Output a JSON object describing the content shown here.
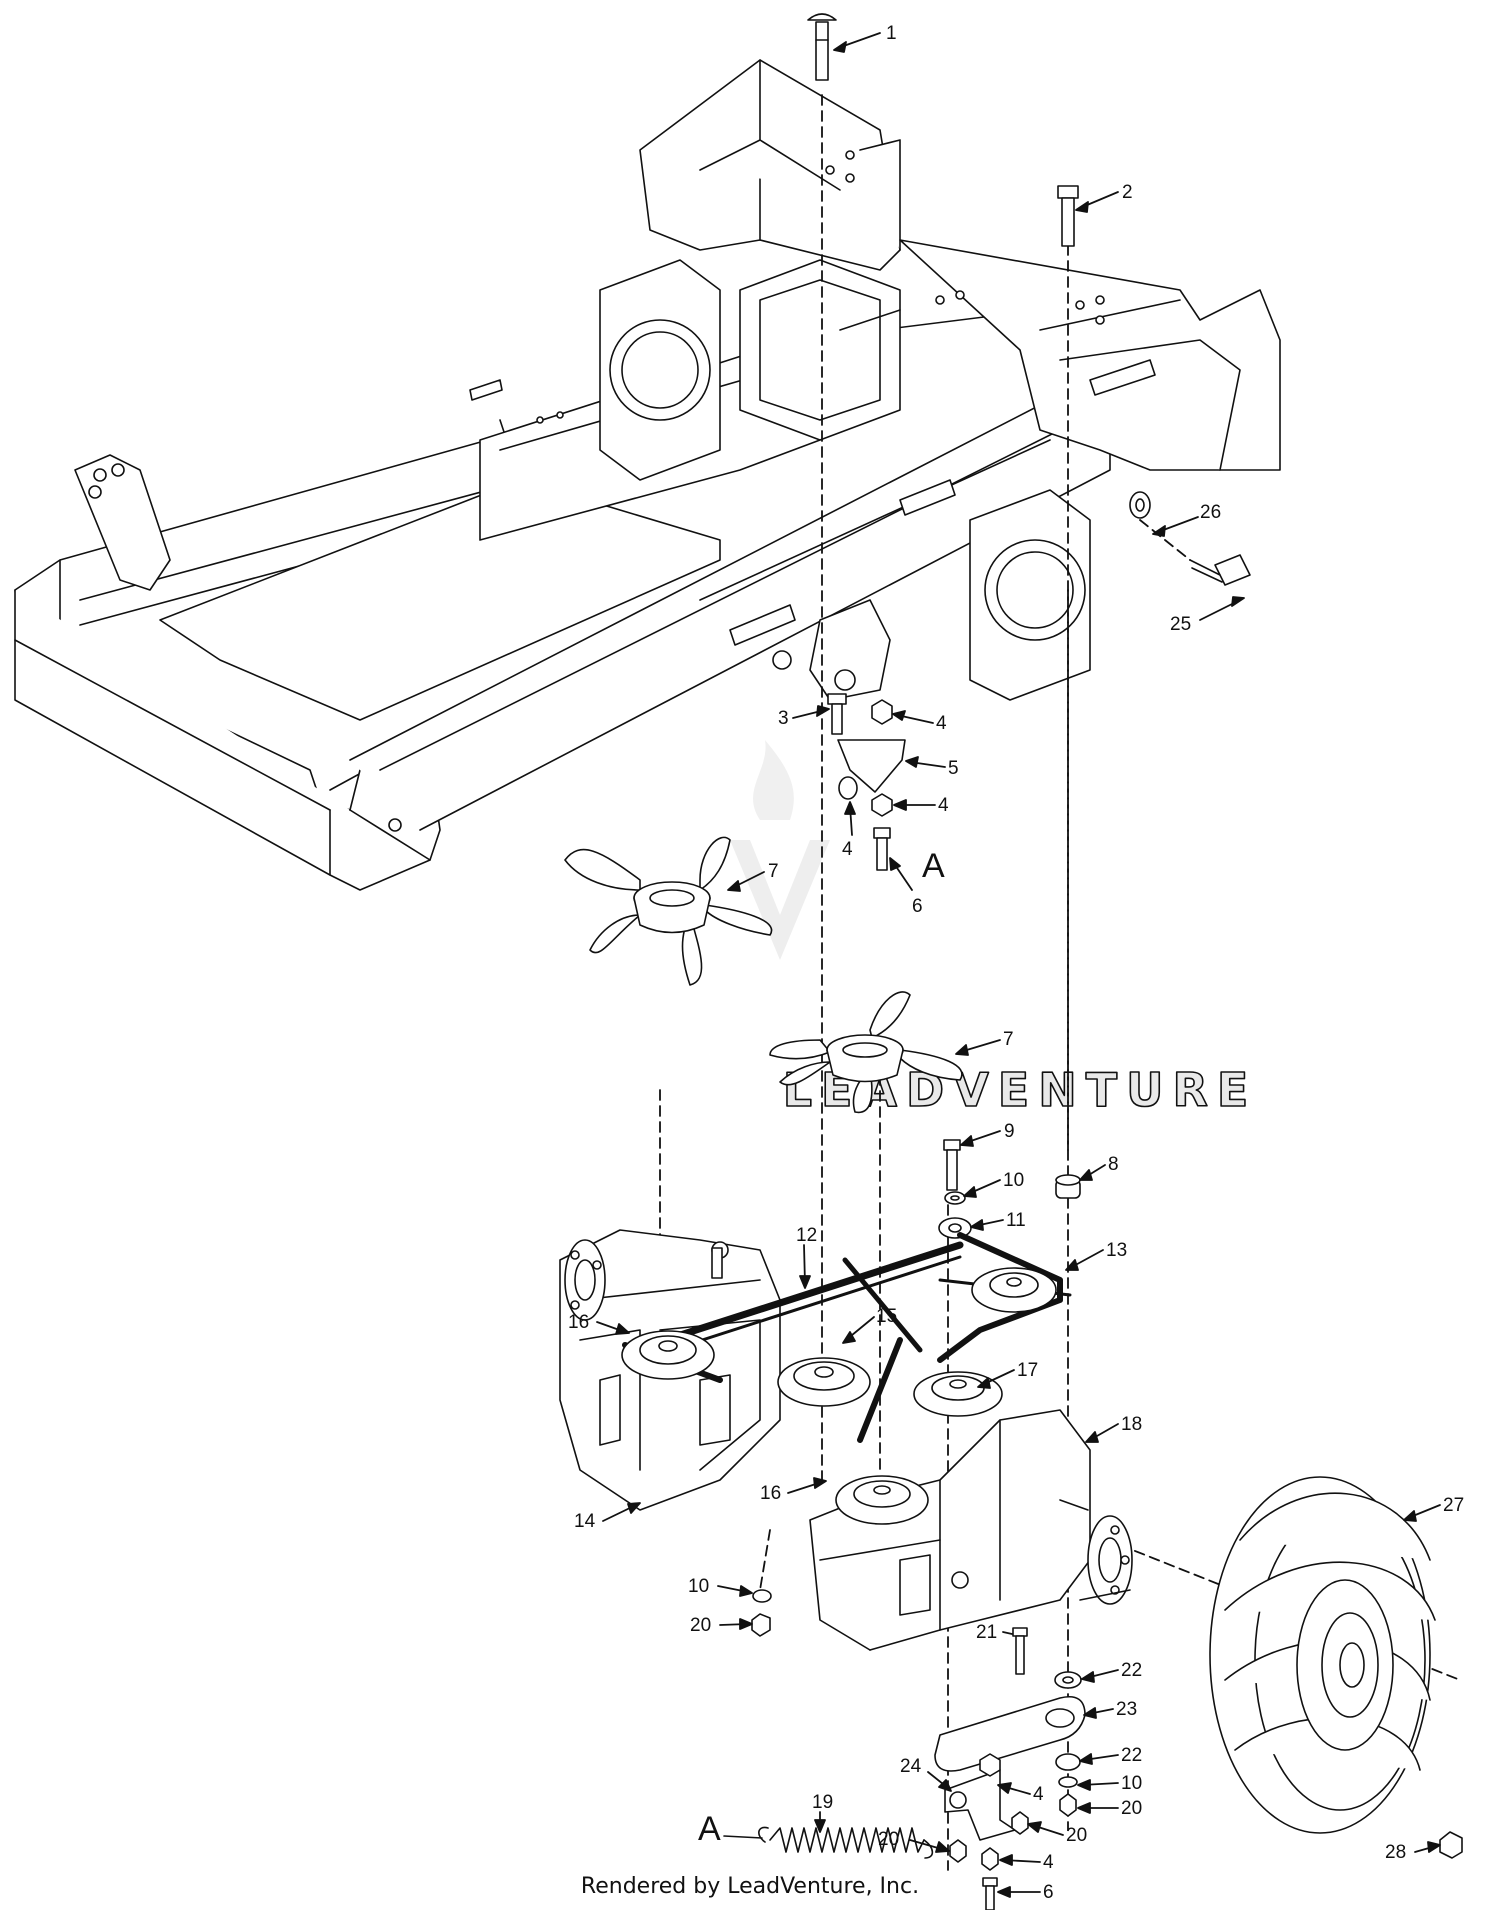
{
  "watermark": {
    "text": "LEADVENTURE"
  },
  "footer": {
    "text": "Rendered by LeadVenture, Inc."
  },
  "reference_markers": [
    {
      "id": "a-top",
      "label": "A"
    },
    {
      "id": "a-bottom",
      "label": "A"
    }
  ],
  "callouts": [
    {
      "id": "c1",
      "label": "1"
    },
    {
      "id": "c2",
      "label": "2"
    },
    {
      "id": "c26",
      "label": "26"
    },
    {
      "id": "c25",
      "label": "25"
    },
    {
      "id": "c3",
      "label": "3"
    },
    {
      "id": "c4a",
      "label": "4"
    },
    {
      "id": "c5",
      "label": "5"
    },
    {
      "id": "c4b",
      "label": "4"
    },
    {
      "id": "c4c",
      "label": "4"
    },
    {
      "id": "c6a",
      "label": "6"
    },
    {
      "id": "c7a",
      "label": "7"
    },
    {
      "id": "c7b",
      "label": "7"
    },
    {
      "id": "c9",
      "label": "9"
    },
    {
      "id": "c8",
      "label": "8"
    },
    {
      "id": "c10a",
      "label": "10"
    },
    {
      "id": "c11",
      "label": "11"
    },
    {
      "id": "c12",
      "label": "12"
    },
    {
      "id": "c13",
      "label": "13"
    },
    {
      "id": "c16a",
      "label": "16"
    },
    {
      "id": "c15",
      "label": "15"
    },
    {
      "id": "c17",
      "label": "17"
    },
    {
      "id": "c18",
      "label": "18"
    },
    {
      "id": "c14",
      "label": "14"
    },
    {
      "id": "c16b",
      "label": "16"
    },
    {
      "id": "c10b",
      "label": "10"
    },
    {
      "id": "c20a",
      "label": "20"
    },
    {
      "id": "c27",
      "label": "27"
    },
    {
      "id": "c21",
      "label": "21"
    },
    {
      "id": "c22a",
      "label": "22"
    },
    {
      "id": "c23",
      "label": "23"
    },
    {
      "id": "c22b",
      "label": "22"
    },
    {
      "id": "c10c",
      "label": "10"
    },
    {
      "id": "c20b",
      "label": "20"
    },
    {
      "id": "c24",
      "label": "24"
    },
    {
      "id": "c4d",
      "label": "4"
    },
    {
      "id": "c19",
      "label": "19"
    },
    {
      "id": "c20c",
      "label": "20"
    },
    {
      "id": "c20d",
      "label": "20"
    },
    {
      "id": "c4e",
      "label": "4"
    },
    {
      "id": "c6b",
      "label": "6"
    },
    {
      "id": "c28",
      "label": "28"
    }
  ]
}
